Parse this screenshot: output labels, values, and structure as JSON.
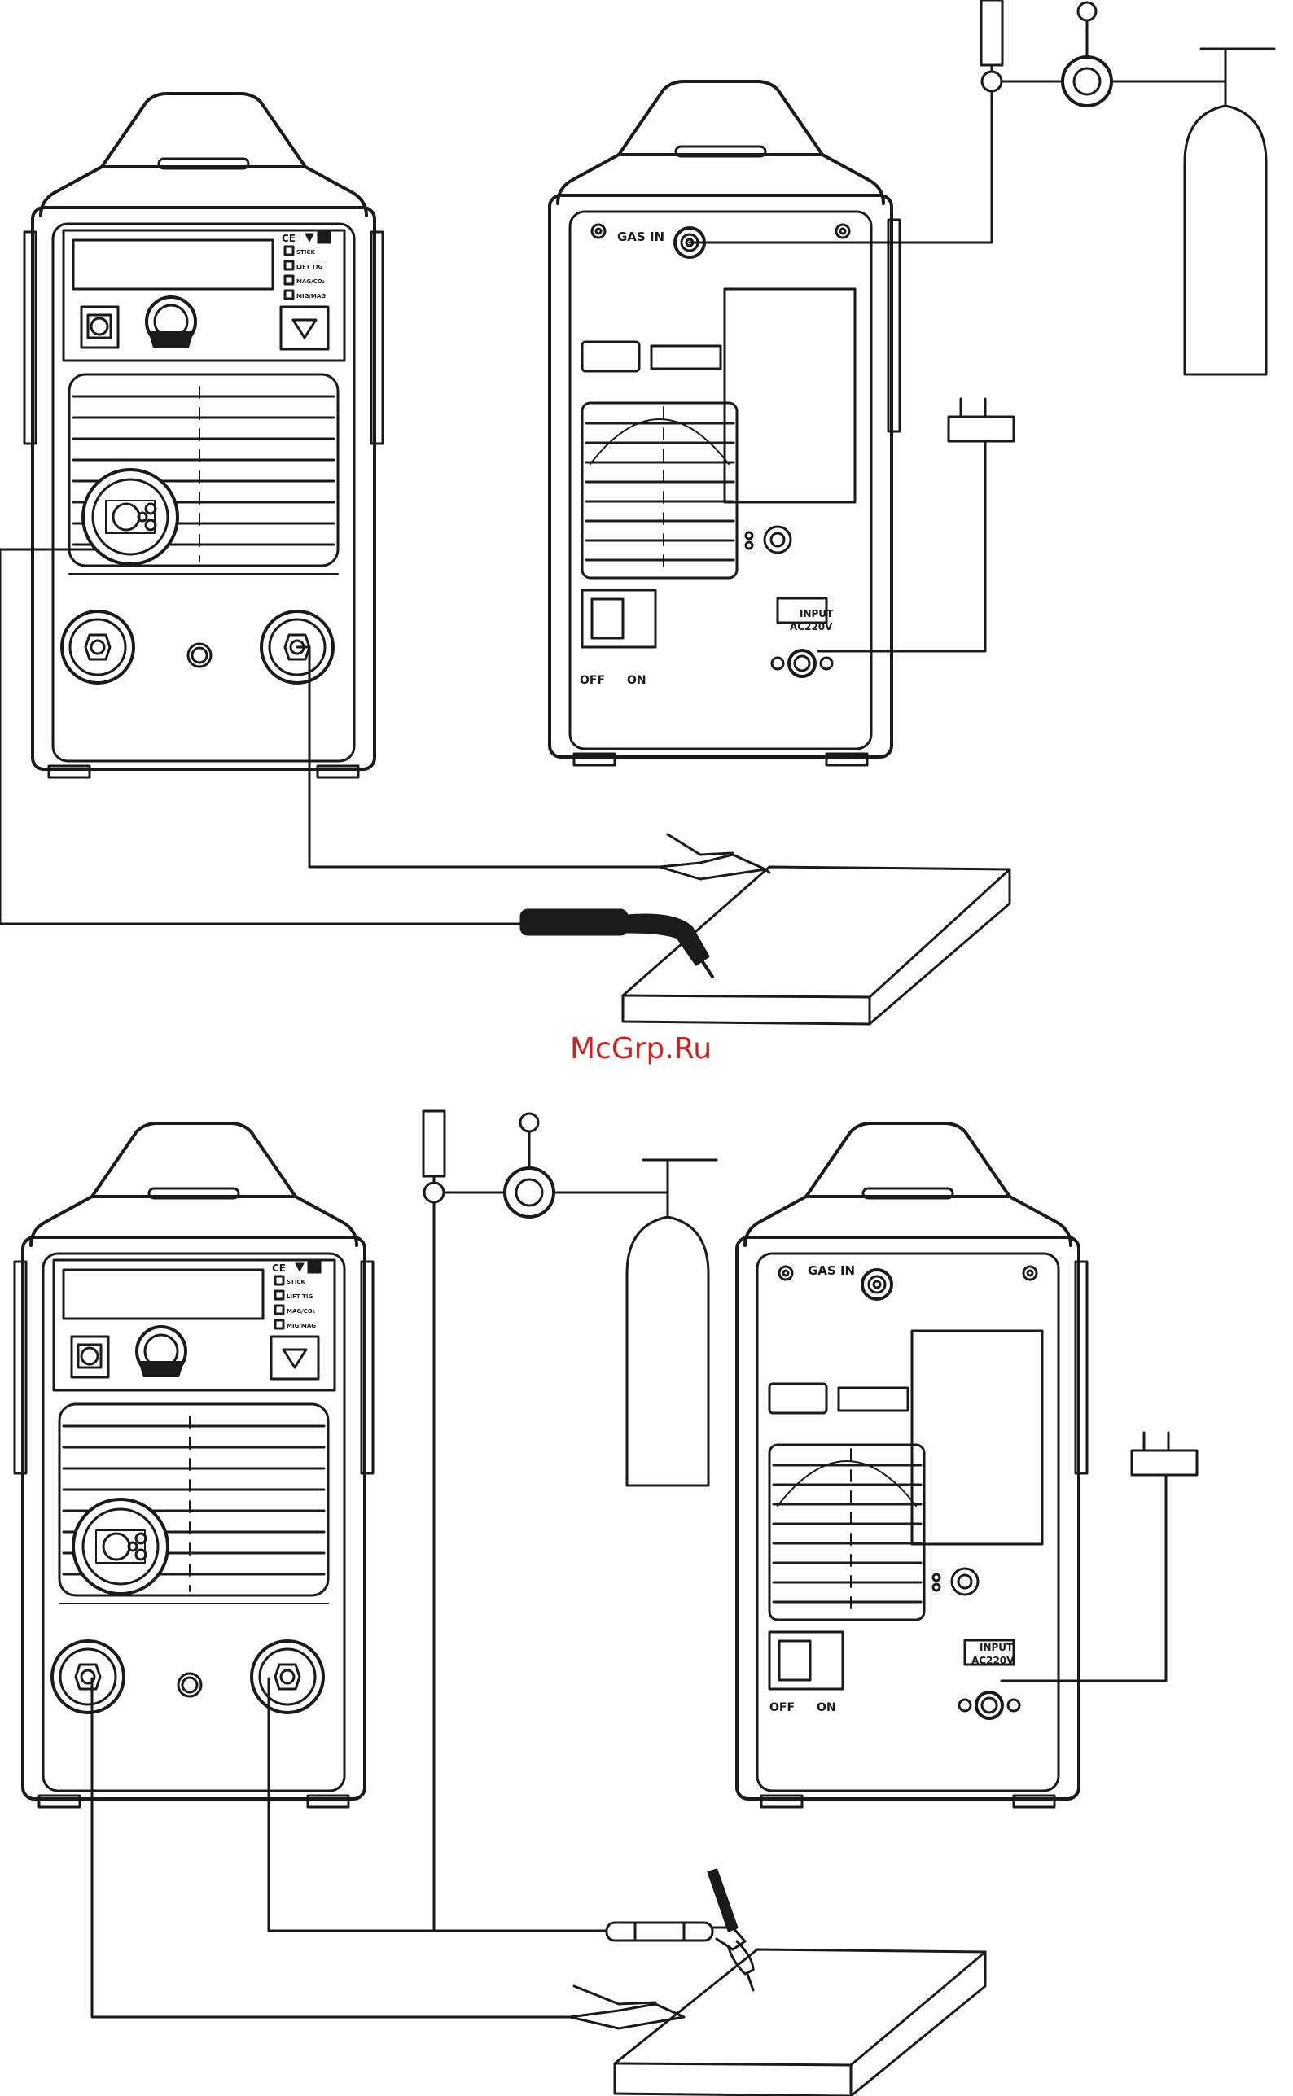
{
  "watermark": "McGrp.Ru",
  "rear_labels": {
    "gas_in": "GAS IN",
    "input_line1": "INPUT",
    "input_line2": "AC220V",
    "off": "OFF",
    "on": "ON"
  },
  "front_labels": {
    "mark": "CE",
    "modes": [
      "STICK",
      "LIFT TIG",
      "MAG/CO₂",
      "MIG/MAG"
    ]
  }
}
